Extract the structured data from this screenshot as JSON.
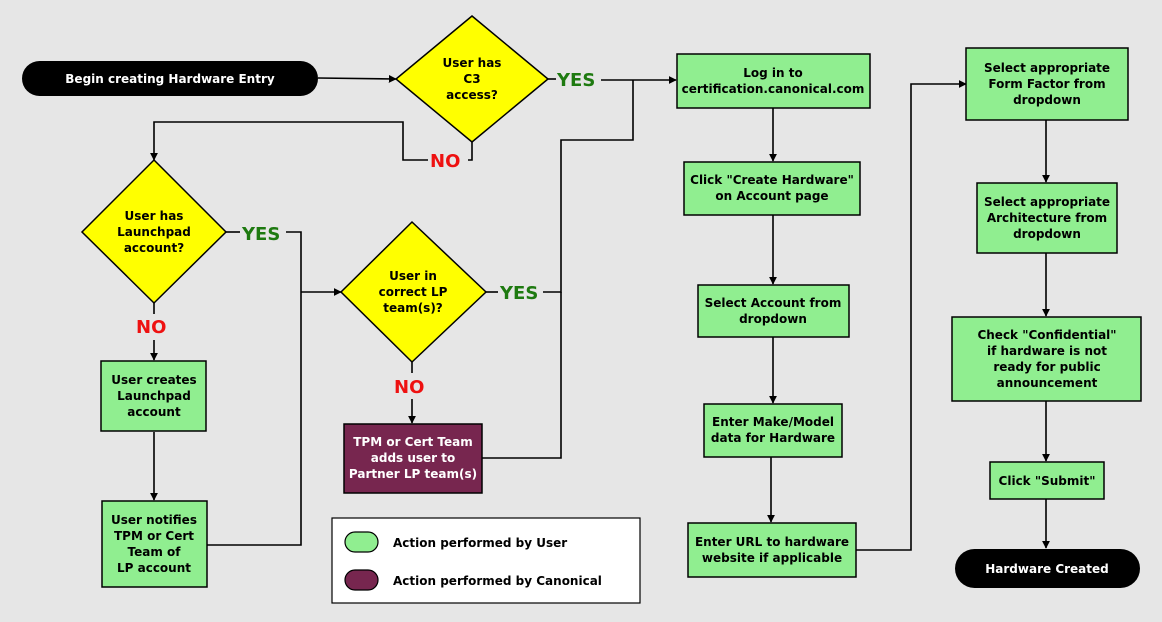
{
  "colors": {
    "user_action": "#90ee90",
    "canonical_action": "#77264f",
    "decision": "#ffff00",
    "terminal": "#000000",
    "background": "#e6e6e6",
    "yes": "#1e7a10",
    "no": "#ee1111"
  },
  "nodes": {
    "begin": {
      "lines": [
        "Begin creating Hardware Entry"
      ]
    },
    "has_c3": {
      "lines": [
        "User has",
        "C3",
        "access?"
      ]
    },
    "has_launchpad": {
      "lines": [
        "User has",
        "Launchpad",
        "account?"
      ]
    },
    "creates_launchpad": {
      "lines": [
        "User creates",
        "Launchpad",
        "account"
      ]
    },
    "notifies_tpm": {
      "lines": [
        "User notifies",
        "TPM or Cert",
        "Team of",
        "LP account"
      ]
    },
    "in_lp_team": {
      "lines": [
        "User in",
        "correct LP",
        "team(s)?"
      ]
    },
    "tpm_adds": {
      "lines": [
        "TPM or Cert Team",
        "adds user to",
        "Partner LP team(s)"
      ]
    },
    "login": {
      "lines": [
        "Log in to",
        "certification.canonical.com"
      ]
    },
    "click_create": {
      "lines": [
        "Click \"Create Hardware\"",
        "on Account page"
      ]
    },
    "select_account": {
      "lines": [
        "Select Account from",
        "dropdown"
      ]
    },
    "enter_make": {
      "lines": [
        "Enter Make/Model",
        "data for Hardware"
      ]
    },
    "enter_url": {
      "lines": [
        "Enter URL to hardware",
        "website if applicable"
      ]
    },
    "select_form": {
      "lines": [
        "Select appropriate",
        "Form Factor from",
        "dropdown"
      ]
    },
    "select_arch": {
      "lines": [
        "Select appropriate",
        "Architecture from",
        "dropdown"
      ]
    },
    "check_conf": {
      "lines": [
        "Check \"Confidential\"",
        "if hardware is not",
        "ready for public",
        "announcement"
      ]
    },
    "click_submit": {
      "lines": [
        "Click \"Submit\""
      ]
    },
    "created": {
      "lines": [
        "Hardware Created"
      ]
    }
  },
  "edge_labels": {
    "c3_yes": "YES",
    "c3_no": "NO",
    "lp_yes": "YES",
    "lp_no": "NO",
    "team_yes": "YES",
    "team_no": "NO"
  },
  "legend": {
    "user": "Action performed by User",
    "canonical": "Action performed by Canonical"
  }
}
